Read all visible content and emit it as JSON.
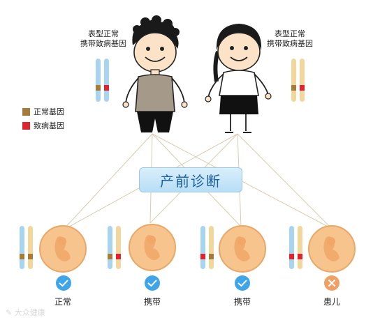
{
  "parents": {
    "father_caption": [
      "表型正常",
      "携带致病基因"
    ],
    "mother_caption": [
      "表型正常",
      "携带致病基因"
    ]
  },
  "legend": [
    {
      "label": "正常基因",
      "color": "#a67c3a"
    },
    {
      "label": "致病基因",
      "color": "#e0232e"
    }
  ],
  "center_label": "产前诊断",
  "children": [
    {
      "label": "正常",
      "status": "check"
    },
    {
      "label": "携带",
      "status": "check"
    },
    {
      "label": "携带",
      "status": "check"
    },
    {
      "label": "患儿",
      "status": "cross"
    }
  ],
  "colors": {
    "normal_gene": "#a67c3a",
    "disease_gene": "#e0232e",
    "blue_chromosome": "#a9d4f0",
    "tan_chromosome": "#f2d79c",
    "check": "#3ea6e8",
    "cross": "#f0a065"
  },
  "watermark": "大众健康"
}
